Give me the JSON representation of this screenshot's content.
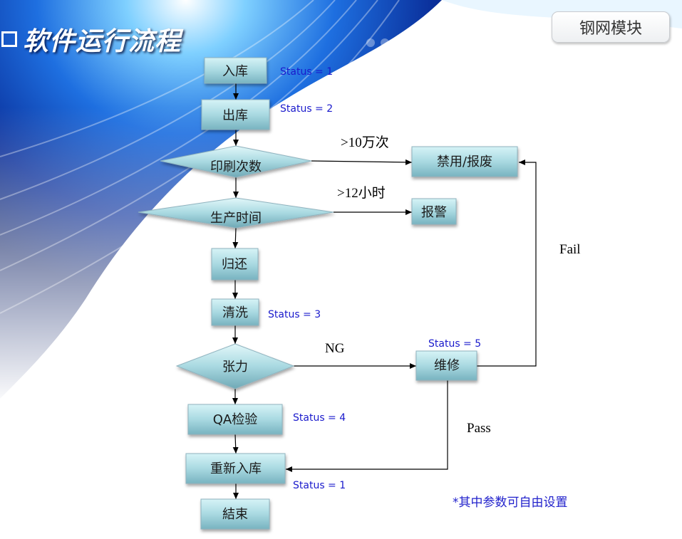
{
  "header": {
    "title": "软件运行流程",
    "module_tab": "钢网模块"
  },
  "nodes": {
    "stock_in": "入库",
    "stock_out": "出库",
    "print_count": "印刷次数",
    "disable_scrap": "禁用/报废",
    "production_time": "生产时间",
    "alarm": "报警",
    "return": "归还",
    "clean": "清洗",
    "tension": "张力",
    "repair": "维修",
    "qa_check": "QA检验",
    "restock": "重新入库",
    "end": "結束"
  },
  "statuses": {
    "stock_in": "Status = 1",
    "stock_out": "Status = 2",
    "clean": "Status = 3",
    "repair": "Status = 5",
    "qa_check": "Status = 4",
    "restock": "Status = 1"
  },
  "edge_labels": {
    "print_limit": ">10万次",
    "time_limit": ">12小时",
    "ng": "NG",
    "pass": "Pass",
    "fail": "Fail"
  },
  "note": "*其中参数可自由设置",
  "colors": {
    "box_top": "#c9eef2",
    "box_bottom": "#7fb9c4",
    "title": "#ffffff",
    "status": "#1a1acc"
  }
}
